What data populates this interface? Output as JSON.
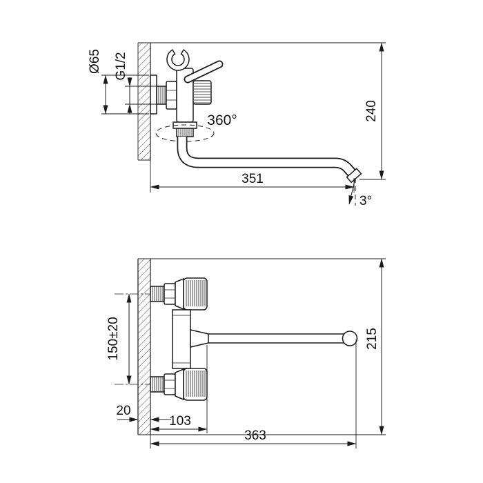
{
  "views": {
    "top": {
      "labels": {
        "diameter": "Ø65",
        "thread": "G1/2",
        "swivel": "360°",
        "reach": "351",
        "height": "240",
        "tilt": "3°"
      }
    },
    "bottom": {
      "labels": {
        "centers": "150±20",
        "wall_thickness": "20",
        "body_offset": "103",
        "reach": "363",
        "height": "215"
      }
    }
  }
}
